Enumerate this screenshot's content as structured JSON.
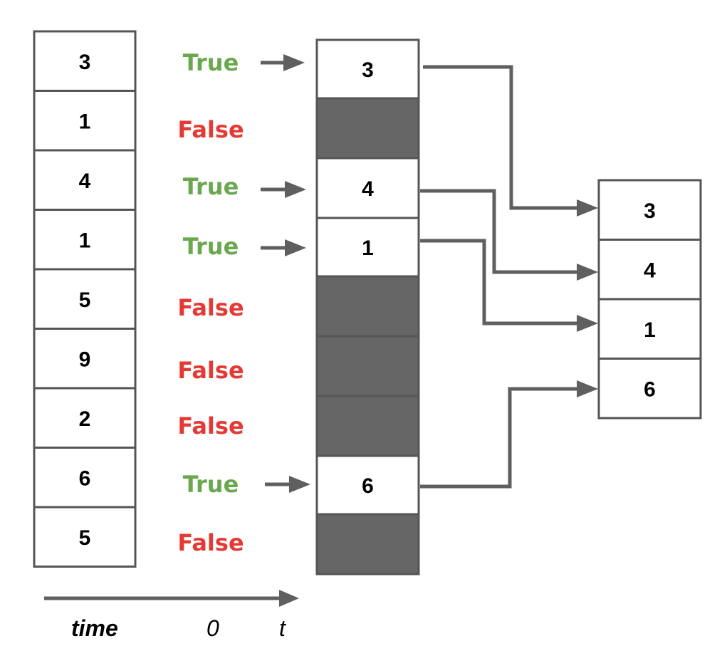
{
  "colors": {
    "true_flag": "#6aa84f",
    "false_flag": "#e53935",
    "filtered_cell": "#666666",
    "arrow": "#5f5f5f",
    "border": "#555555"
  },
  "input_values": [
    "3",
    "1",
    "4",
    "1",
    "5",
    "9",
    "2",
    "6",
    "5"
  ],
  "flags": [
    "True",
    "False",
    "True",
    "True",
    "False",
    "False",
    "False",
    "True",
    "False"
  ],
  "masked_values": [
    "3",
    "",
    "4",
    "1",
    "",
    "",
    "",
    "6",
    ""
  ],
  "output_values": [
    "3",
    "4",
    "1",
    "6"
  ],
  "axis": {
    "label": "time",
    "start": "0",
    "end": "t"
  }
}
